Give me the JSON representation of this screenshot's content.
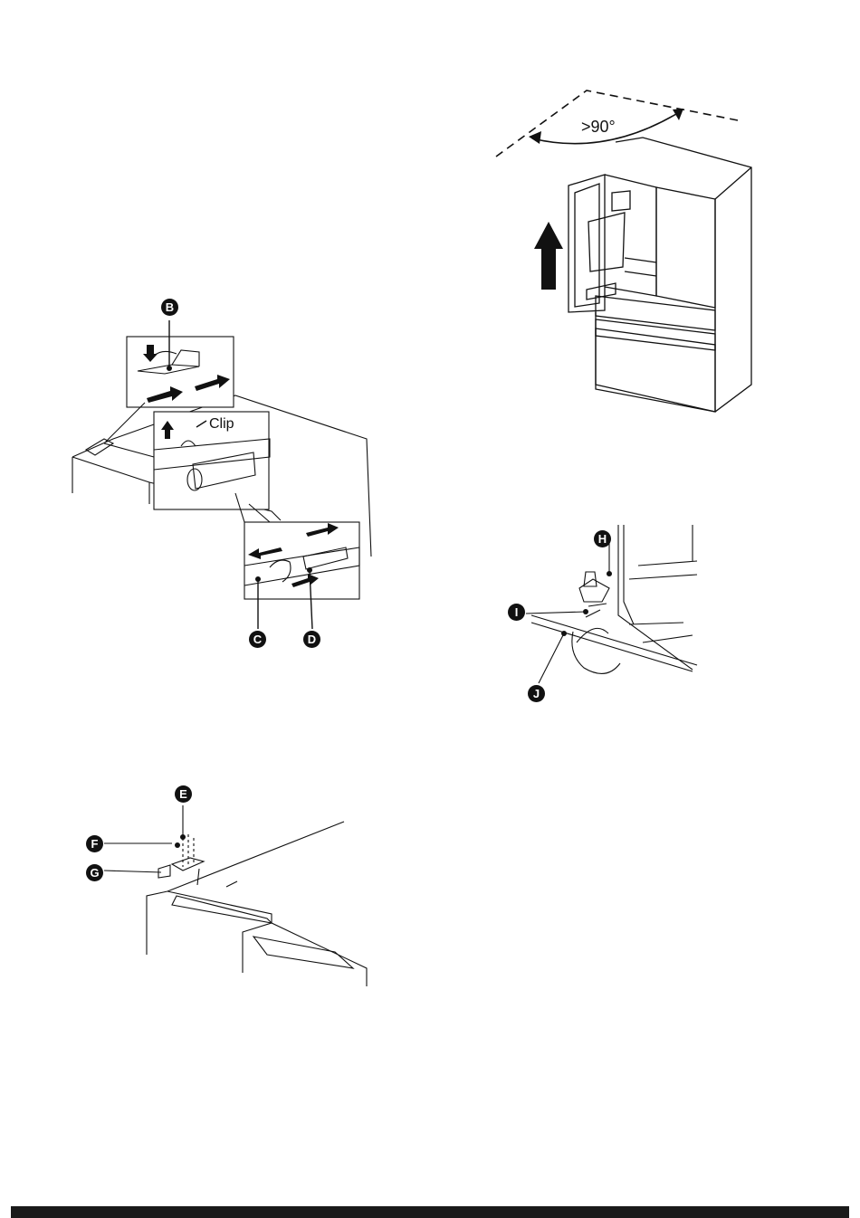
{
  "figures": {
    "fridge_door_open": {
      "angle_label": ">90°"
    },
    "water_line": {
      "clip_label": "Clip",
      "callouts": [
        "B",
        "C",
        "D"
      ]
    },
    "top_hinge": {
      "callouts": [
        "E",
        "F",
        "G"
      ]
    },
    "bottom_hinge": {
      "callouts": [
        "H",
        "I",
        "J"
      ]
    }
  }
}
